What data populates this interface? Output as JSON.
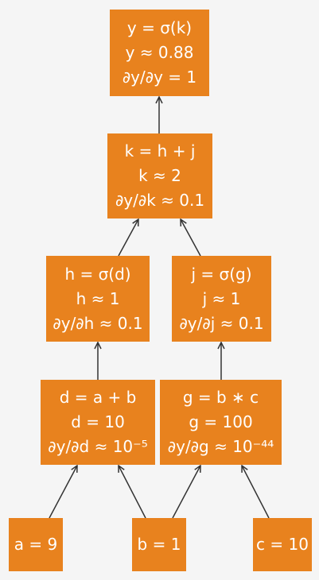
{
  "diagram": {
    "nodes": {
      "y": {
        "lines": [
          "y = σ(k)",
          "y ≈ 0.88",
          "∂y/∂y = 1"
        ]
      },
      "k": {
        "lines": [
          "k = h + j",
          "k ≈ 2",
          "∂y/∂k ≈ 0.1"
        ]
      },
      "h": {
        "lines": [
          "h = σ(d)",
          "h ≈ 1",
          "∂y/∂h ≈ 0.1"
        ]
      },
      "j": {
        "lines": [
          "j = σ(g)",
          "j ≈ 1",
          "∂y/∂j ≈ 0.1"
        ]
      },
      "d": {
        "lines": [
          "d = a + b",
          "d = 10",
          "∂y/∂d ≈ 10⁻⁵"
        ]
      },
      "g": {
        "lines": [
          "g = b ∗ c",
          "g = 100",
          "∂y/∂g ≈ 10⁻⁴⁴"
        ]
      },
      "a": {
        "lines": [
          "a = 9"
        ]
      },
      "b": {
        "lines": [
          "b = 1"
        ]
      },
      "c": {
        "lines": [
          "c = 10"
        ]
      }
    },
    "colors": {
      "node_fill": "#e8821e",
      "node_text": "#ffffff",
      "arrow": "#333333",
      "background": "#f5f5f5"
    }
  }
}
